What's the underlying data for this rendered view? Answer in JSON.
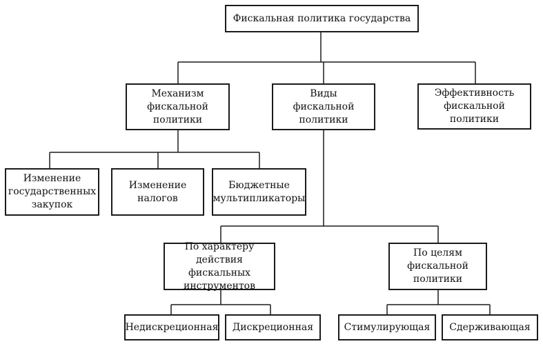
{
  "diagram": {
    "root": "Фискальная политика государства",
    "mechanism": "Механизм\nфискальной\nполитики",
    "types": "Виды\nфискальной\nполитики",
    "efficiency": "Эффективность\nфискальной\nполитики",
    "gov_purchases": "Изменение\nгосударственных\nзакупок",
    "taxes": "Изменение\nналогов",
    "multipliers": "Бюджетные\nмультипликаторы",
    "by_character": "По характеру\nдействия фискальных\nинструментов",
    "by_goals": "По целям\nфискальной\nполитики",
    "nondiscretionary": "Недискреционная",
    "discretionary": "Дискреционная",
    "stimulating": "Стимулирующая",
    "restraining": "Сдерживающая"
  }
}
